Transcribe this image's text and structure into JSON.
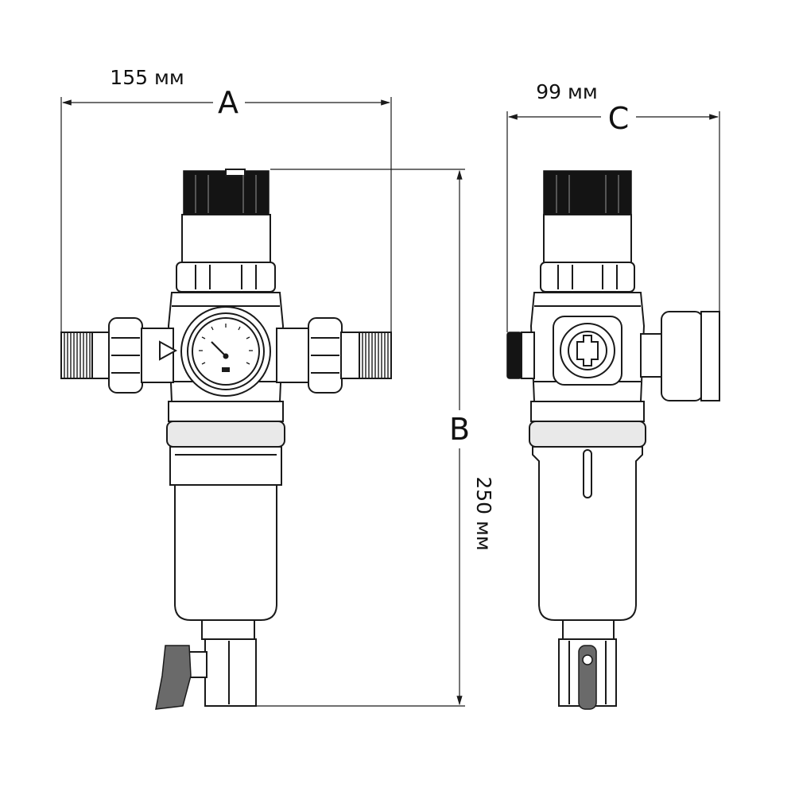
{
  "dimensions": {
    "width_front": {
      "letter": "A",
      "value": "155 мм"
    },
    "height": {
      "letter": "B",
      "value": "250 мм"
    },
    "width_side": {
      "letter": "C",
      "value": "99 мм"
    }
  },
  "views": [
    "front-view",
    "side-view"
  ],
  "icons": {
    "flow_direction": "triangle-arrow-icon",
    "gauge": "pressure-gauge-icon"
  },
  "colors": {
    "line": "#1a1a1a",
    "dark_part": "#141414",
    "background": "#ffffff"
  }
}
